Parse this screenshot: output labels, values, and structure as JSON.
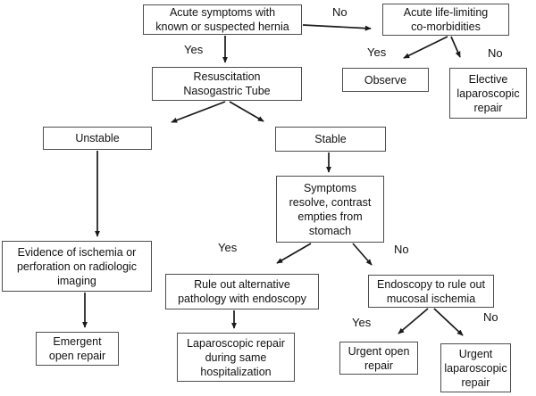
{
  "diagram": {
    "type": "flowchart",
    "colors": {
      "background": "#ffffff",
      "box_fill": "#ffffff",
      "box_border": "#4d4d4d",
      "arrow": "#1a1a1a",
      "text": "#111111"
    }
  },
  "nodes": [
    {
      "id": "acute-symptoms",
      "label": "Acute symptoms with\nknown or suspected hernia"
    },
    {
      "id": "comorbidities",
      "label": "Acute life-limiting\nco-morbidities"
    },
    {
      "id": "resuscitation",
      "label": "Resuscitation\nNasogastric Tube"
    },
    {
      "id": "observe",
      "label": "Observe"
    },
    {
      "id": "elective-repair",
      "label": "Elective\nlaparoscopic\nrepair"
    },
    {
      "id": "unstable",
      "label": "Unstable"
    },
    {
      "id": "stable",
      "label": "Stable"
    },
    {
      "id": "symptoms-resolve",
      "label": "Symptoms\nresolve, contrast\nempties from\nstomach"
    },
    {
      "id": "evidence-ischemia",
      "label": "Evidence of ischemia or\nperforation on radiologic\nimaging"
    },
    {
      "id": "rule-out-pathology",
      "label": "Rule out alternative\npathology with endoscopy"
    },
    {
      "id": "endoscopy-ischemia",
      "label": "Endoscopy to rule out\nmucosal ischemia"
    },
    {
      "id": "emergent-open",
      "label": "Emergent\nopen repair"
    },
    {
      "id": "lap-same-hosp",
      "label": "Laparoscopic repair\nduring same\nhospitalization"
    },
    {
      "id": "urgent-open",
      "label": "Urgent open\nrepair"
    },
    {
      "id": "urgent-lap",
      "label": "Urgent\nlaparoscopic\nrepair"
    }
  ],
  "labels": [
    {
      "id": "no-top",
      "text": "No"
    },
    {
      "id": "yes-resuscitation",
      "text": "Yes"
    },
    {
      "id": "yes-observe",
      "text": "Yes"
    },
    {
      "id": "no-elective",
      "text": "No"
    },
    {
      "id": "yes-rule-out",
      "text": "Yes"
    },
    {
      "id": "no-endoscopy",
      "text": "No"
    },
    {
      "id": "yes-urgent-open",
      "text": "Yes"
    },
    {
      "id": "no-urgent-lap",
      "text": "No"
    }
  ],
  "edges": [
    {
      "from": "acute-symptoms",
      "to": "comorbidities",
      "label": "No"
    },
    {
      "from": "acute-symptoms",
      "to": "resuscitation",
      "label": "Yes"
    },
    {
      "from": "comorbidities",
      "to": "observe",
      "label": "Yes"
    },
    {
      "from": "comorbidities",
      "to": "elective-repair",
      "label": "No"
    },
    {
      "from": "resuscitation",
      "to": "unstable",
      "label": ""
    },
    {
      "from": "resuscitation",
      "to": "stable",
      "label": ""
    },
    {
      "from": "unstable",
      "to": "evidence-ischemia",
      "label": ""
    },
    {
      "from": "stable",
      "to": "symptoms-resolve",
      "label": ""
    },
    {
      "from": "evidence-ischemia",
      "to": "emergent-open",
      "label": ""
    },
    {
      "from": "symptoms-resolve",
      "to": "rule-out-pathology",
      "label": "Yes"
    },
    {
      "from": "symptoms-resolve",
      "to": "endoscopy-ischemia",
      "label": "No"
    },
    {
      "from": "rule-out-pathology",
      "to": "lap-same-hosp",
      "label": ""
    },
    {
      "from": "endoscopy-ischemia",
      "to": "urgent-open",
      "label": "Yes"
    },
    {
      "from": "endoscopy-ischemia",
      "to": "urgent-lap",
      "label": "No"
    }
  ]
}
